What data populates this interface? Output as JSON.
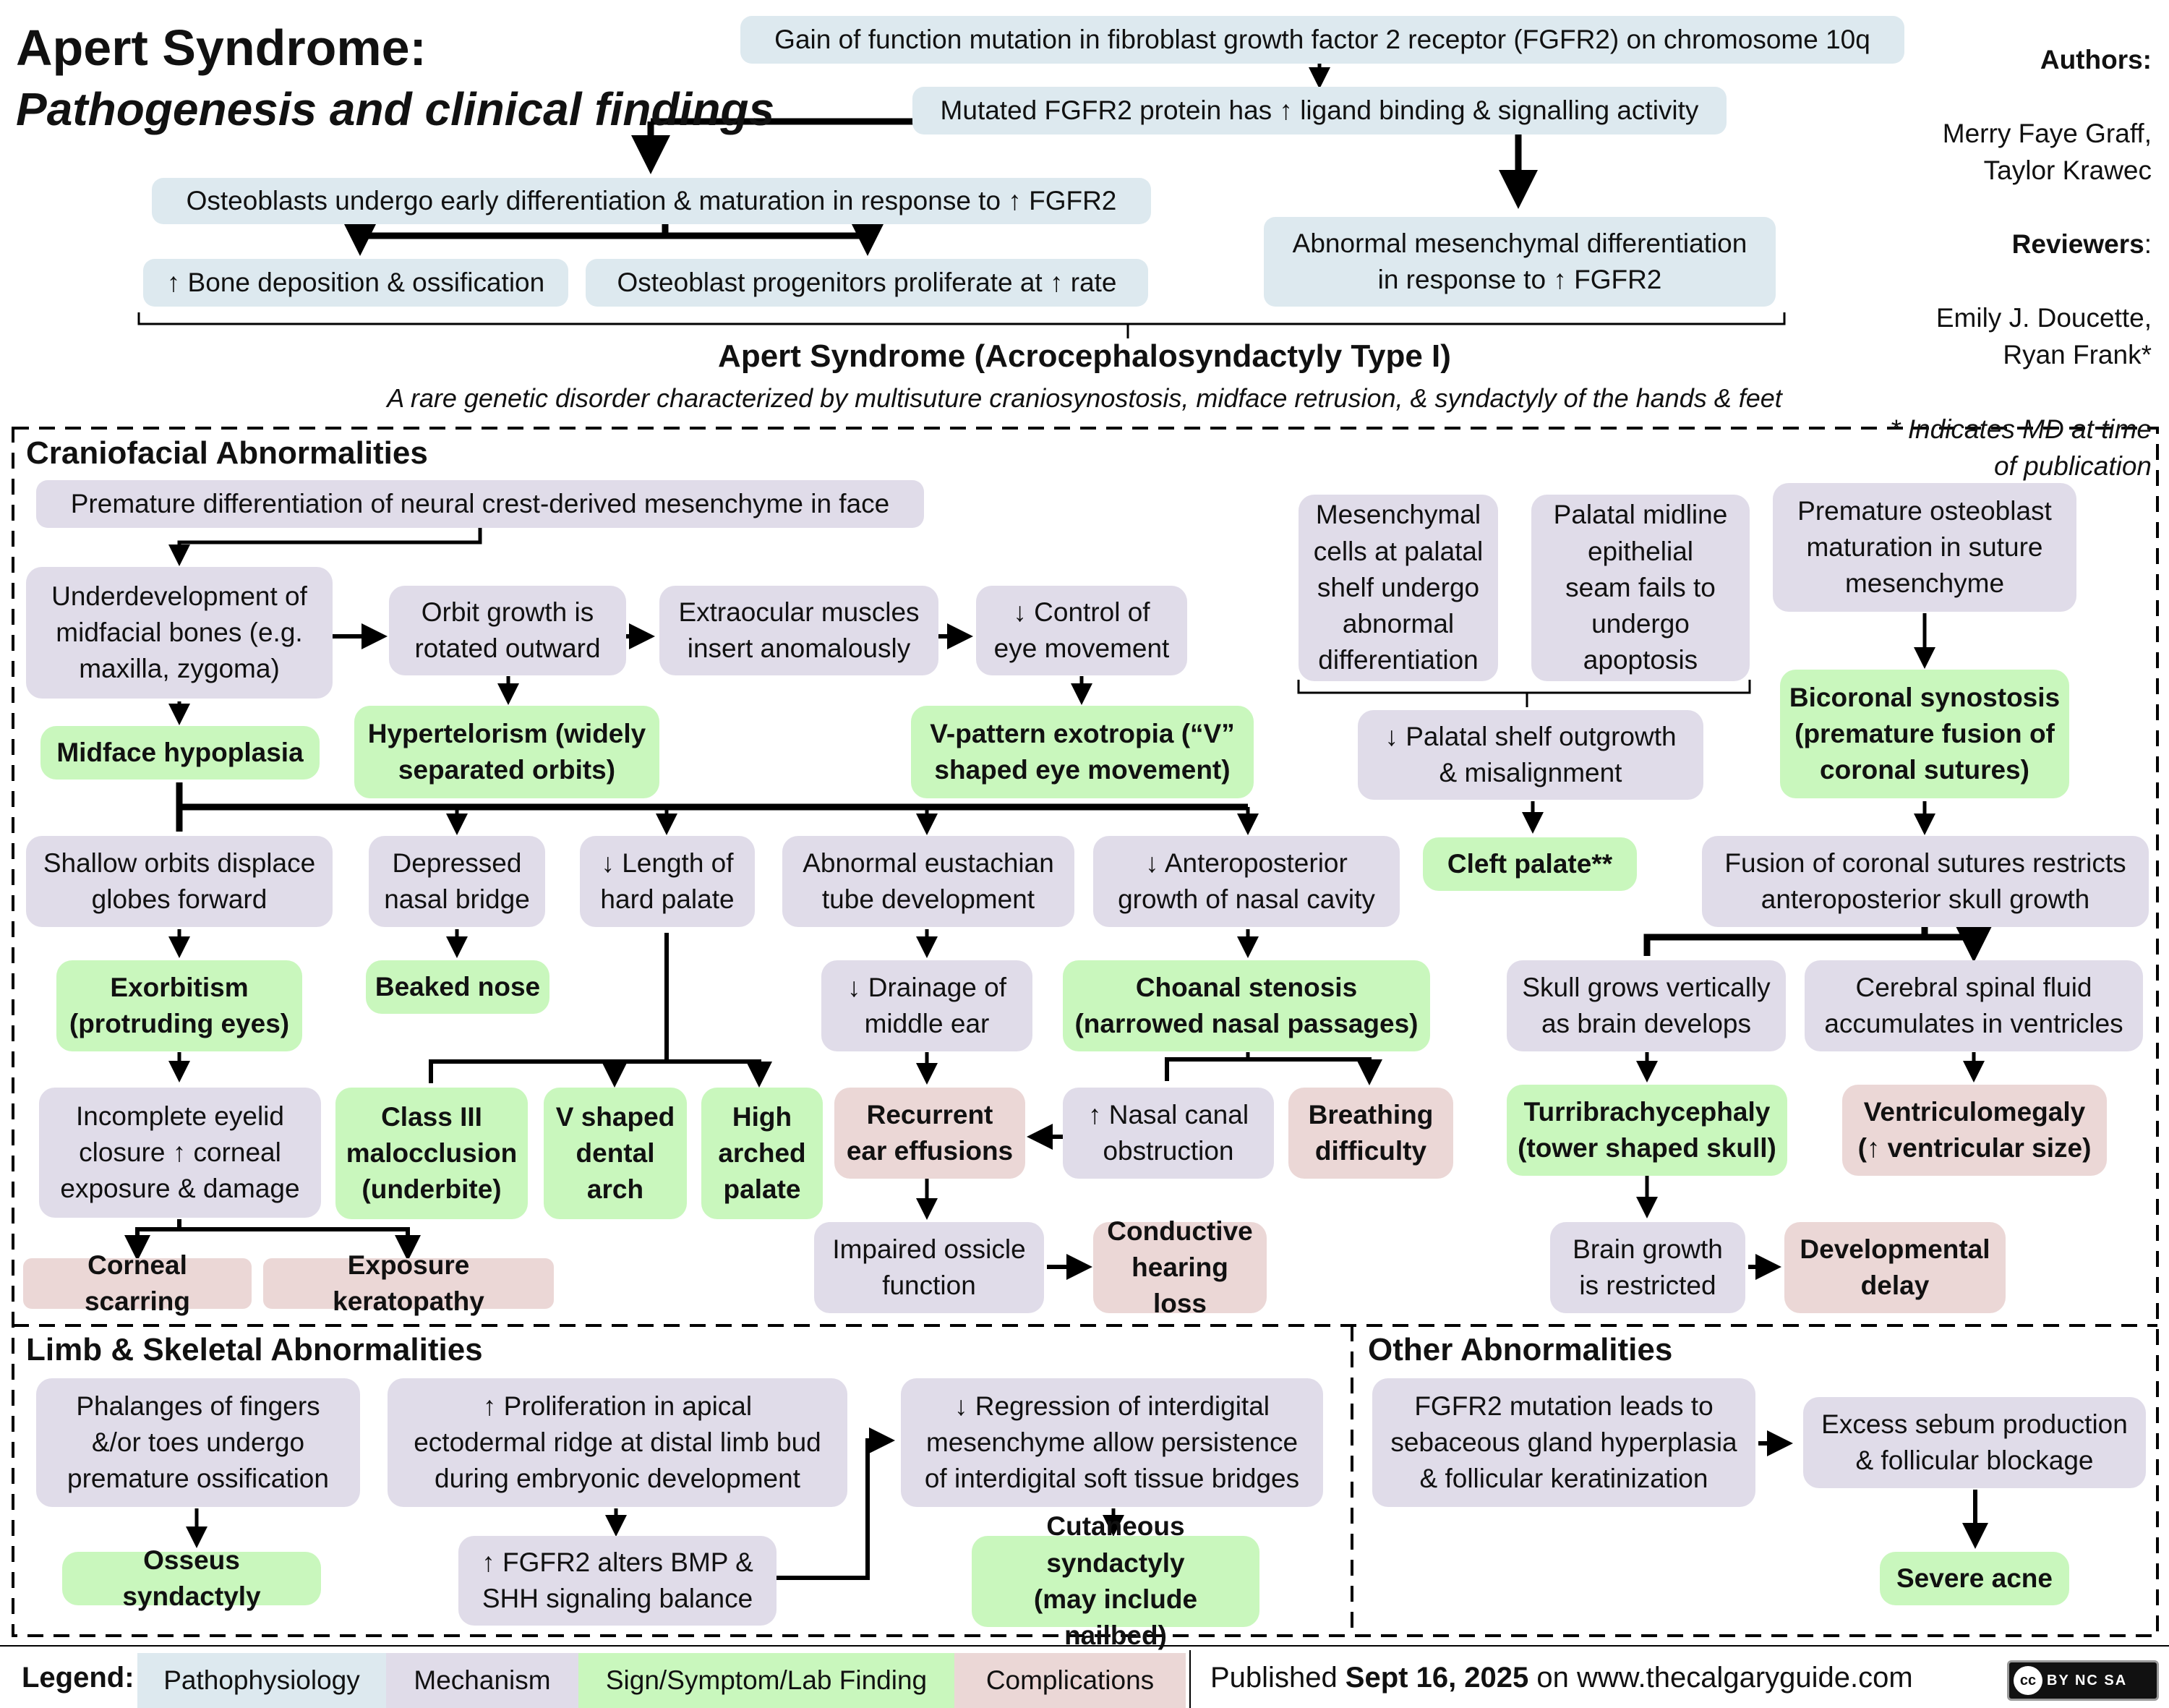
{
  "title": {
    "line1": "Apert Syndrome:",
    "line2": "Pathogenesis and clinical findings"
  },
  "credits": {
    "authors_label": "Authors:",
    "authors": "Merry Faye Graff,\nTaylor Krawec",
    "reviewers_label": "Reviewers",
    "reviewers_colon": ":",
    "reviewers": "Emily J. Doucette,\nRyan Frank*",
    "note": "* Indicates MD at time\nof publication"
  },
  "top": {
    "mutation": "Gain of function mutation in fibroblast growth factor 2 receptor (FGFR2) on chromosome 10q",
    "mutated_protein": "Mutated FGFR2 protein has ↑ ligand binding & signalling activity",
    "osteoblasts": "Osteoblasts undergo early differentiation & maturation in response to ↑ FGFR2",
    "bone_deposition": "↑ Bone deposition & ossification",
    "progenitors": "Osteoblast progenitors proliferate at ↑ rate",
    "mesenchymal": "Abnormal mesenchymal differentiation\nin response to ↑ FGFR2"
  },
  "syndrome": {
    "name": "Apert Syndrome (Acrocephalosyndactyly Type I)",
    "definition": "A rare genetic disorder characterized by multisuture craniosynostosis, midface retrusion, & syndactyly of the hands & feet"
  },
  "craniofacial": {
    "heading": "Craniofacial Abnormalities",
    "premature_diff": "Premature differentiation of neural crest-derived mesenchyme in face",
    "underdevelopment": "Underdevelopment of\nmidfacial bones (e.g.\nmaxilla, zygoma)",
    "orbit_growth": "Orbit growth is\nrotated outward",
    "extraocular": "Extraocular muscles\ninsert anomalously",
    "control_eye": "↓ Control of\neye movement",
    "midface_hypoplasia": "Midface hypoplasia",
    "hypertelorism": "Hypertelorism (widely\nseparated orbits)",
    "v_pattern": "V-pattern exotropia (“V”\nshaped eye movement)",
    "shallow_orbits": "Shallow orbits displace\nglobes forward",
    "depressed_bridge": "Depressed\nnasal bridge",
    "hard_palate": "↓ Length of\nhard palate",
    "eustachian": "Abnormal eustachian\ntube development",
    "anteroposterior_nasal": "↓ Anteroposterior\ngrowth of nasal cavity",
    "exorbitism": "Exorbitism\n(protruding eyes)",
    "beaked_nose": "Beaked nose",
    "drainage": "↓ Drainage of\nmiddle ear",
    "choanal": "Choanal stenosis\n(narrowed nasal passages)",
    "eyelid": "Incomplete eyelid\nclosure ↑ corneal\nexposure & damage",
    "class3": "Class III\nmalocclusion\n(underbite)",
    "v_dental": "V shaped\ndental\narch",
    "high_palate": "High\narched\npalate",
    "ear_effusions": "Recurrent\near effusions",
    "nasal_obstruction": "↑ Nasal canal\nobstruction",
    "breathing": "Breathing\ndifficulty",
    "corneal_scarring": "Corneal scarring",
    "keratopathy": "Exposure keratopathy",
    "ossicle": "Impaired ossicle\nfunction",
    "conductive": "Conductive\nhearing loss",
    "mesenchymal_palatal": "Mesenchymal\ncells at palatal\nshelf undergo\nabnormal\ndifferentiation",
    "midline_seam": "Palatal midline\nepithelial\nseam fails to\nundergo\napoptosis",
    "palatal_shelf": "↓ Palatal shelf outgrowth\n& misalignment",
    "cleft_palate": "Cleft palate**",
    "premature_osteoblast": "Premature osteoblast\nmaturation in suture\nmesenchyme",
    "bicoronal": "Bicoronal synostosis\n(premature fusion of\ncoronal sutures)",
    "fusion_coronal": "Fusion of coronal sutures restricts\nanteroposterior skull growth",
    "skull_vertical": "Skull grows vertically\nas brain develops",
    "csf": "Cerebral spinal fluid\naccumulates in ventricles",
    "turribrachycephaly": "Turribrachycephaly\n(tower shaped skull)",
    "ventriculomegaly": "Ventriculomegaly\n(↑ ventricular size)",
    "brain_growth": "Brain growth\nis restricted",
    "developmental_delay": "Developmental\ndelay"
  },
  "limb": {
    "heading": "Limb & Skeletal Abnormalities",
    "phalanges": "Phalanges of fingers\n&/or toes undergo\npremature ossification",
    "osseus": "Osseus syndactyly",
    "proliferation": "↑ Proliferation in apical\nectodermal ridge at distal limb bud\nduring embryonic development",
    "bmp_shh": "↑ FGFR2 alters BMP &\nSHH signaling balance",
    "regression": "↓ Regression of interdigital\nmesenchyme allow persistence\nof interdigital soft tissue bridges",
    "cutaneous": "Cutaneous syndactyly\n(may include nailbed)"
  },
  "other": {
    "heading": "Other Abnormalities",
    "sebaceous": "FGFR2 mutation leads to\nsebaceous gland hyperplasia\n& follicular keratinization",
    "sebum": "Excess sebum production\n& follicular blockage",
    "acne": "Severe acne"
  },
  "legend": {
    "label": "Legend:",
    "items": [
      "Pathophysiology",
      "Mechanism",
      "Sign/Symptom/Lab Finding",
      "Complications"
    ],
    "colors": [
      "#dde9ef",
      "#e0dce9",
      "#c9f7bd",
      "#ebd7d6"
    ]
  },
  "footer": {
    "published": "Published ",
    "date": "Sept 16, 2025",
    "site": " on www.thecalgaryguide.com",
    "license": "BY NC SA"
  }
}
